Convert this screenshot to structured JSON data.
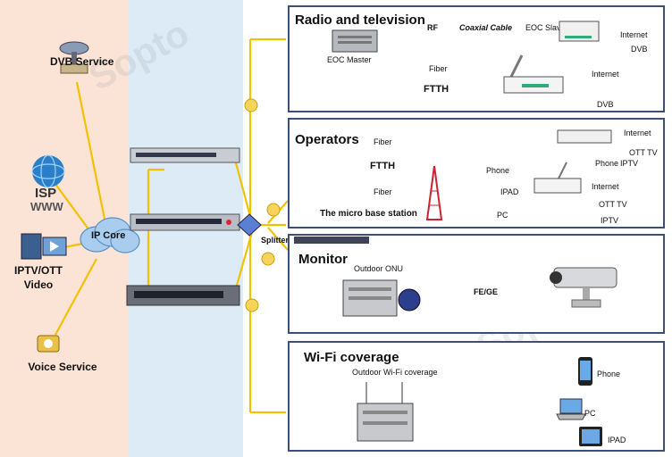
{
  "watermark": "Sopto",
  "services": {
    "dvb": "DVB Service",
    "isp": "ISP",
    "www": "WWW",
    "iptv_line1": "IPTV/OTT",
    "iptv_line2": "Video",
    "voice": "Voice Service",
    "ip_core": "IP Core"
  },
  "splitter": "Splitter",
  "panels": {
    "radio": {
      "title": "Radio and television",
      "rf": "RF",
      "coax": "Coaxial Cable",
      "eoc_slave": "EOC Slave",
      "eoc_master": "EOC Master",
      "internet": "Internet",
      "dvb": "DVB",
      "fiber": "Fiber",
      "ftth": "FTTH",
      "internet2": "Internet",
      "dvb2": "DVB"
    },
    "operators": {
      "title": "Operators",
      "fiber1": "Fiber",
      "ftth": "FTTH",
      "fiber2": "Fiber",
      "micro": "The micro base station",
      "phone": "Phone",
      "ipad": "IPAD",
      "pc": "PC",
      "internet1": "Internet",
      "ott1": "OTT TV",
      "phone2": "Phone",
      "iptv1": "IPTV",
      "internet2": "Internet",
      "ott2": "OTT TV",
      "iptv2": "IPTV"
    },
    "monitor": {
      "title": "Monitor",
      "onu": "Outdoor ONU",
      "fege": "FE/GE"
    },
    "wifi": {
      "title": "Wi-Fi coverage",
      "sub": "Outdoor Wi-Fi coverage",
      "phone": "Phone",
      "pc": "PC",
      "ipad": "IPAD"
    }
  },
  "colors": {
    "services_bg": "#fbe3d6",
    "olt_bg": "#dcebf5",
    "line": "#f2c200",
    "panel_border": "#3a4f7a"
  }
}
